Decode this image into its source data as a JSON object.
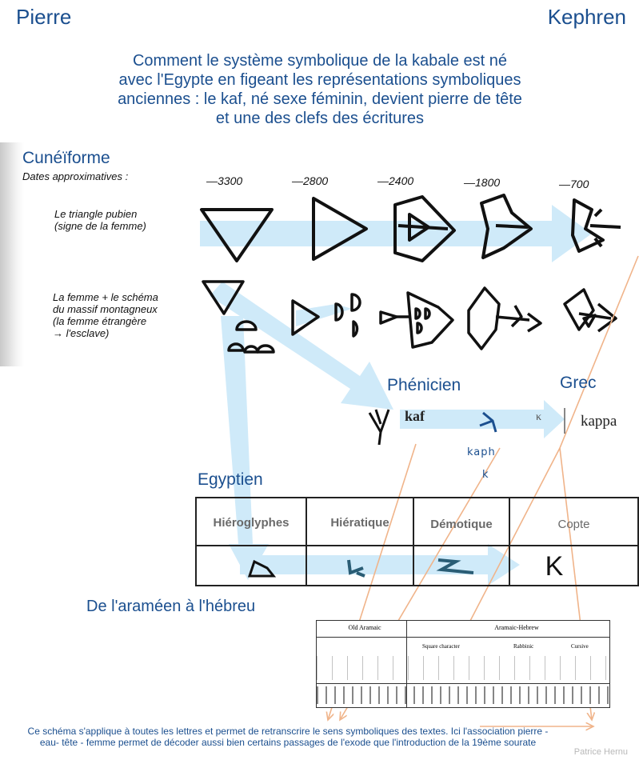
{
  "header": {
    "left_name": "Pierre",
    "right_name": "Kephren"
  },
  "title_lines": [
    "Comment le système symbolique de la kabale est né",
    "avec l'Egypte en figeant les représentations symboliques",
    "anciennes : le kaf, né sexe féminin, devient pierre de tête",
    "et une des clefs des écritures"
  ],
  "cuneiform": {
    "section_title": "Cunéïforme",
    "dates_label": "Dates approximatives :",
    "dates": [
      "—3300",
      "—2800",
      "—2400",
      "—1800",
      "—700"
    ],
    "row1_label": [
      "Le triangle pubien",
      "(signe de la femme)"
    ],
    "row2_label": [
      "La femme + le schéma",
      "du massif montagneux",
      "(la femme étrangère",
      "→ l'esclave)"
    ]
  },
  "phoenician": {
    "section_title": "Phénicien",
    "kaf_label": "kaf",
    "kaph_label": "kaph",
    "k_label": "k"
  },
  "greek": {
    "section_title": "Grec",
    "kappa_label": "kappa",
    "small_k": "κ"
  },
  "egyptian": {
    "section_title": "Egyptien",
    "columns": [
      "Hiéroglyphes",
      "Hiératique",
      "Démotique",
      "Copte"
    ],
    "coptic_letter": "K"
  },
  "aramaic": {
    "section_title": "De l'araméen à l'hébreu",
    "group_old": "Old Aramaic",
    "group_new": "Aramaic-Hebrew",
    "sub_square": "Square character",
    "sub_rabbinic": "Rabbinic",
    "sub_cursive": "Cursive"
  },
  "footer": {
    "line1": "Ce schéma s'applique à toutes les lettres et permet de retranscrire le sens symboliques des textes. Ici l'association pierre -",
    "line2": "eau- tête - femme permet de décoder aussi bien certains passages de l'exode que l'introduction de la 19ème sourate",
    "credit": "Patrice Hernu"
  },
  "colors": {
    "title_blue": "#1b4f8f",
    "arrow_light_blue": "#bfe3f7",
    "arrow_orange": "#f0b48a"
  }
}
